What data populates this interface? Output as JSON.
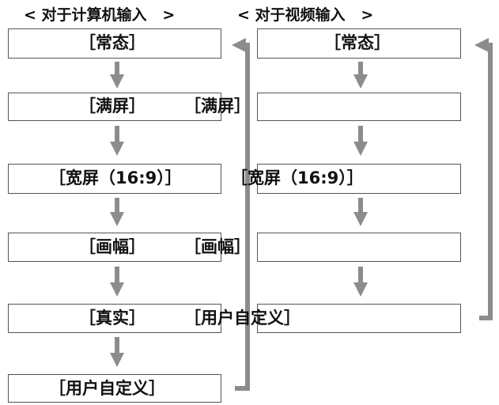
{
  "headers": {
    "computer": "< 对于计算机输入   >",
    "video": "< 对于视频输入   >"
  },
  "computer_input": [
    "［常态］",
    "［满屏］",
    "［宽屏（16:9）］",
    "［画幅］",
    "［真实］",
    "［用户自定义］"
  ],
  "video_input": [
    "［常态］",
    "［满屏］",
    "［宽屏（16:9）］",
    "［画幅］",
    "［用户自定义］"
  ],
  "colors": {
    "arrow": "#8c8c8c",
    "border": "#555555"
  }
}
